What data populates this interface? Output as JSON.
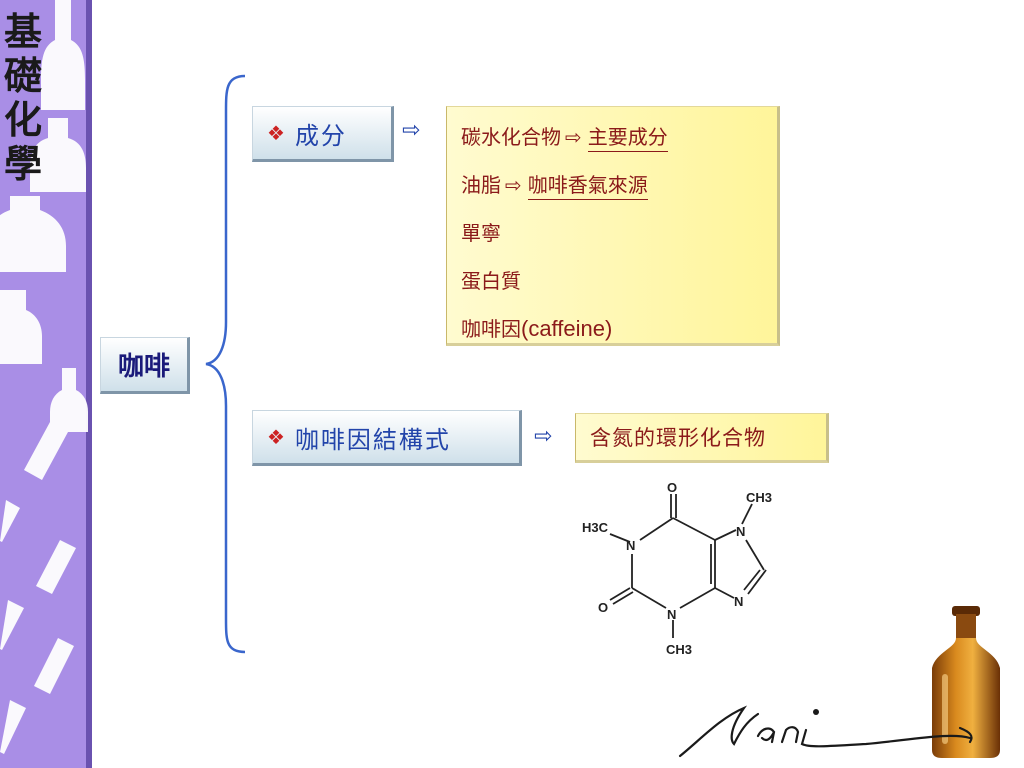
{
  "slide": {
    "side_title": [
      "基",
      "礎",
      "化",
      "學"
    ],
    "coffee_label": "咖啡",
    "bullet_icon": "❖",
    "arrow_icon": "⇨",
    "components": {
      "label": "成分",
      "items": [
        {
          "text": "碳水化合物",
          "arrow": "⇨",
          "note": "主要成分"
        },
        {
          "text": "油脂",
          "arrow": "⇨",
          "note": "咖啡香氣來源"
        },
        {
          "text": "單寧"
        },
        {
          "text": "蛋白質"
        },
        {
          "text": "咖啡因",
          "latin": "(caffeine)"
        }
      ]
    },
    "structure": {
      "label": "咖啡因結構式",
      "result": "含氮的環形化合物"
    },
    "molecule_labels": {
      "o_top": "O",
      "o_left": "O",
      "n1": "N",
      "n3": "N",
      "n7": "N",
      "n9": "N",
      "methyl_left": "H3C",
      "methyl_top": "CH3",
      "methyl_bottom": "CH3"
    }
  },
  "colors": {
    "strip": "#a98ee6",
    "strip_light": "#cfc0f2",
    "label_text": "#2244aa",
    "list_text": "#8b1a1a",
    "bullet": "#cc2222",
    "brace": "#3a66cc"
  },
  "icons": {
    "bullet": "diamond-bullet-icon",
    "arrow": "right-arrow-icon",
    "bottle": "bottle-icon"
  }
}
